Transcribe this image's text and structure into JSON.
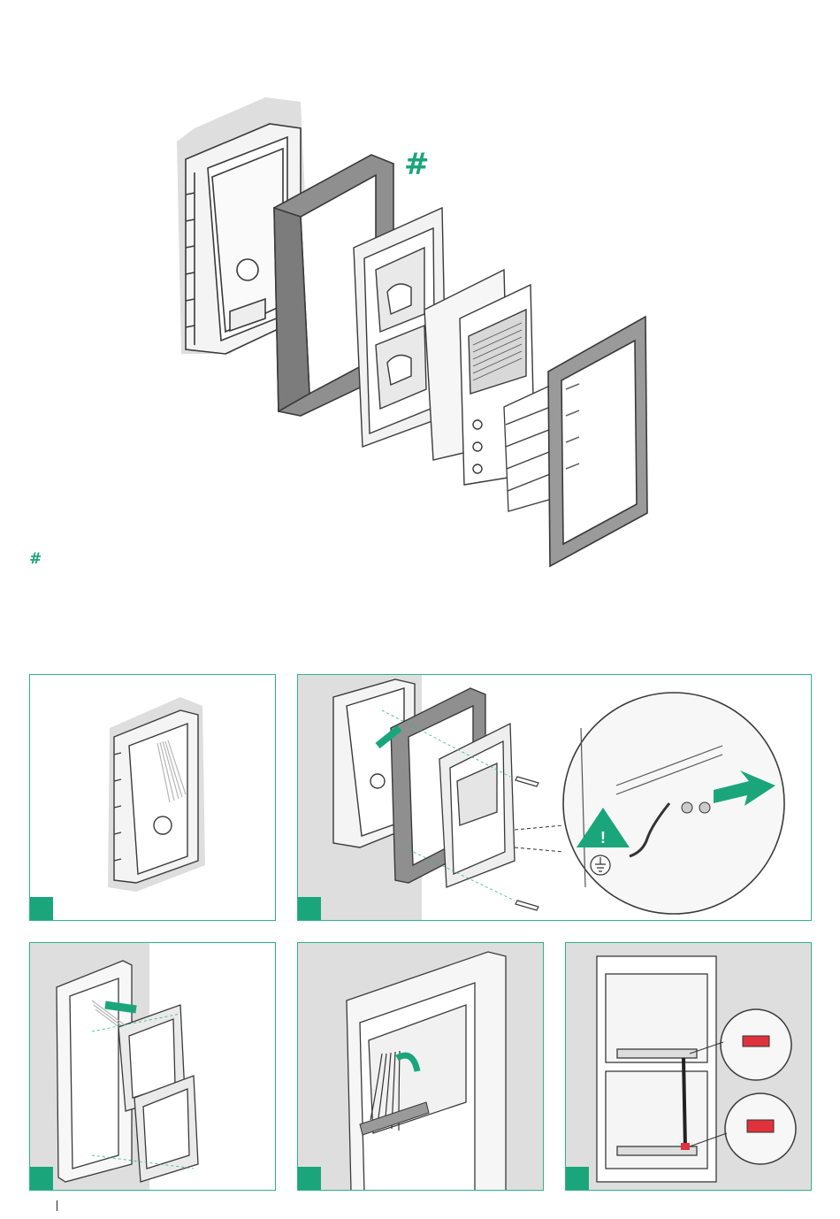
{
  "page": {
    "main_marker": "#",
    "footnote_marker": "#"
  },
  "colors": {
    "accent": "#1aa67a",
    "panel_border": "#2fb38a",
    "grey_bg": "#dedede",
    "part_grey": "#9a9a9a",
    "highlight_red": "#e0323c"
  },
  "steps": [
    {
      "panel": "step-1",
      "icon": "flush-box-with-cables"
    },
    {
      "panel": "step-2",
      "icon": "rain-hood-frame-and-earth-wire"
    },
    {
      "panel": "step-3",
      "icon": "module-carrier-mounting"
    },
    {
      "panel": "step-4",
      "icon": "cable-connection"
    },
    {
      "panel": "step-5",
      "icon": "bus-connector-detail"
    }
  ]
}
